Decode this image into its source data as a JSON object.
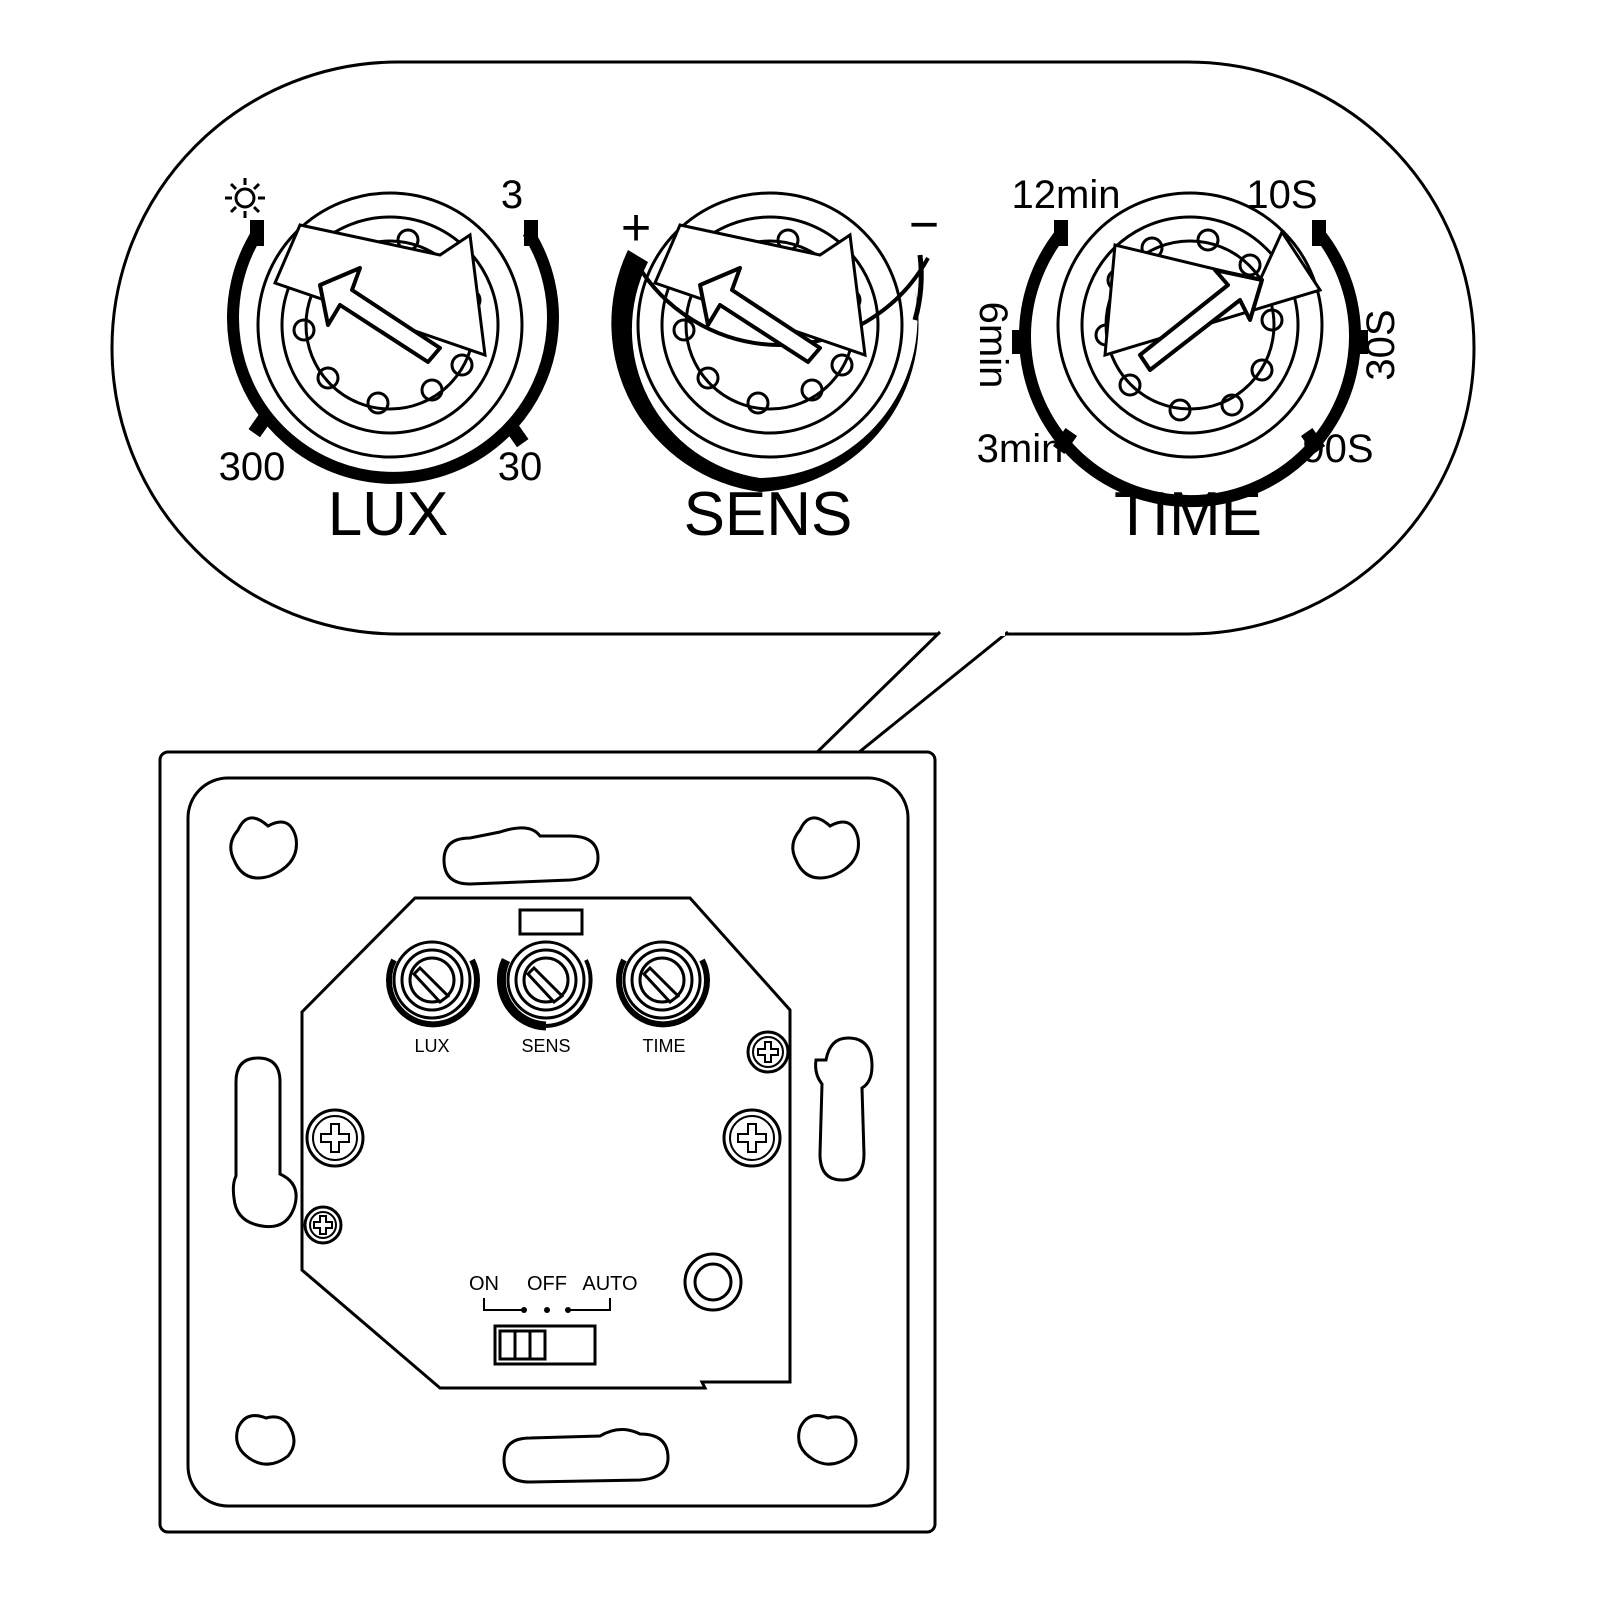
{
  "callout": {
    "lux": {
      "title": "LUX",
      "scale_top_left_icon": "sun-icon",
      "scale_top_right": "3",
      "scale_bottom_left": "300",
      "scale_bottom_right": "30"
    },
    "sens": {
      "title": "SENS",
      "scale_plus": "+",
      "scale_minus": "−"
    },
    "time": {
      "title": "TIME",
      "scale_top_left": "12min",
      "scale_top_right": "10S",
      "scale_left": "6min",
      "scale_right": "30S",
      "scale_bottom_left": "3min",
      "scale_bottom_right": "90S"
    }
  },
  "device": {
    "dial_labels": [
      "LUX",
      "SENS",
      "TIME"
    ],
    "switch": {
      "labels": [
        "ON",
        "OFF",
        "AUTO"
      ]
    }
  },
  "colors": {
    "line": "#000000",
    "background": "#ffffff"
  }
}
